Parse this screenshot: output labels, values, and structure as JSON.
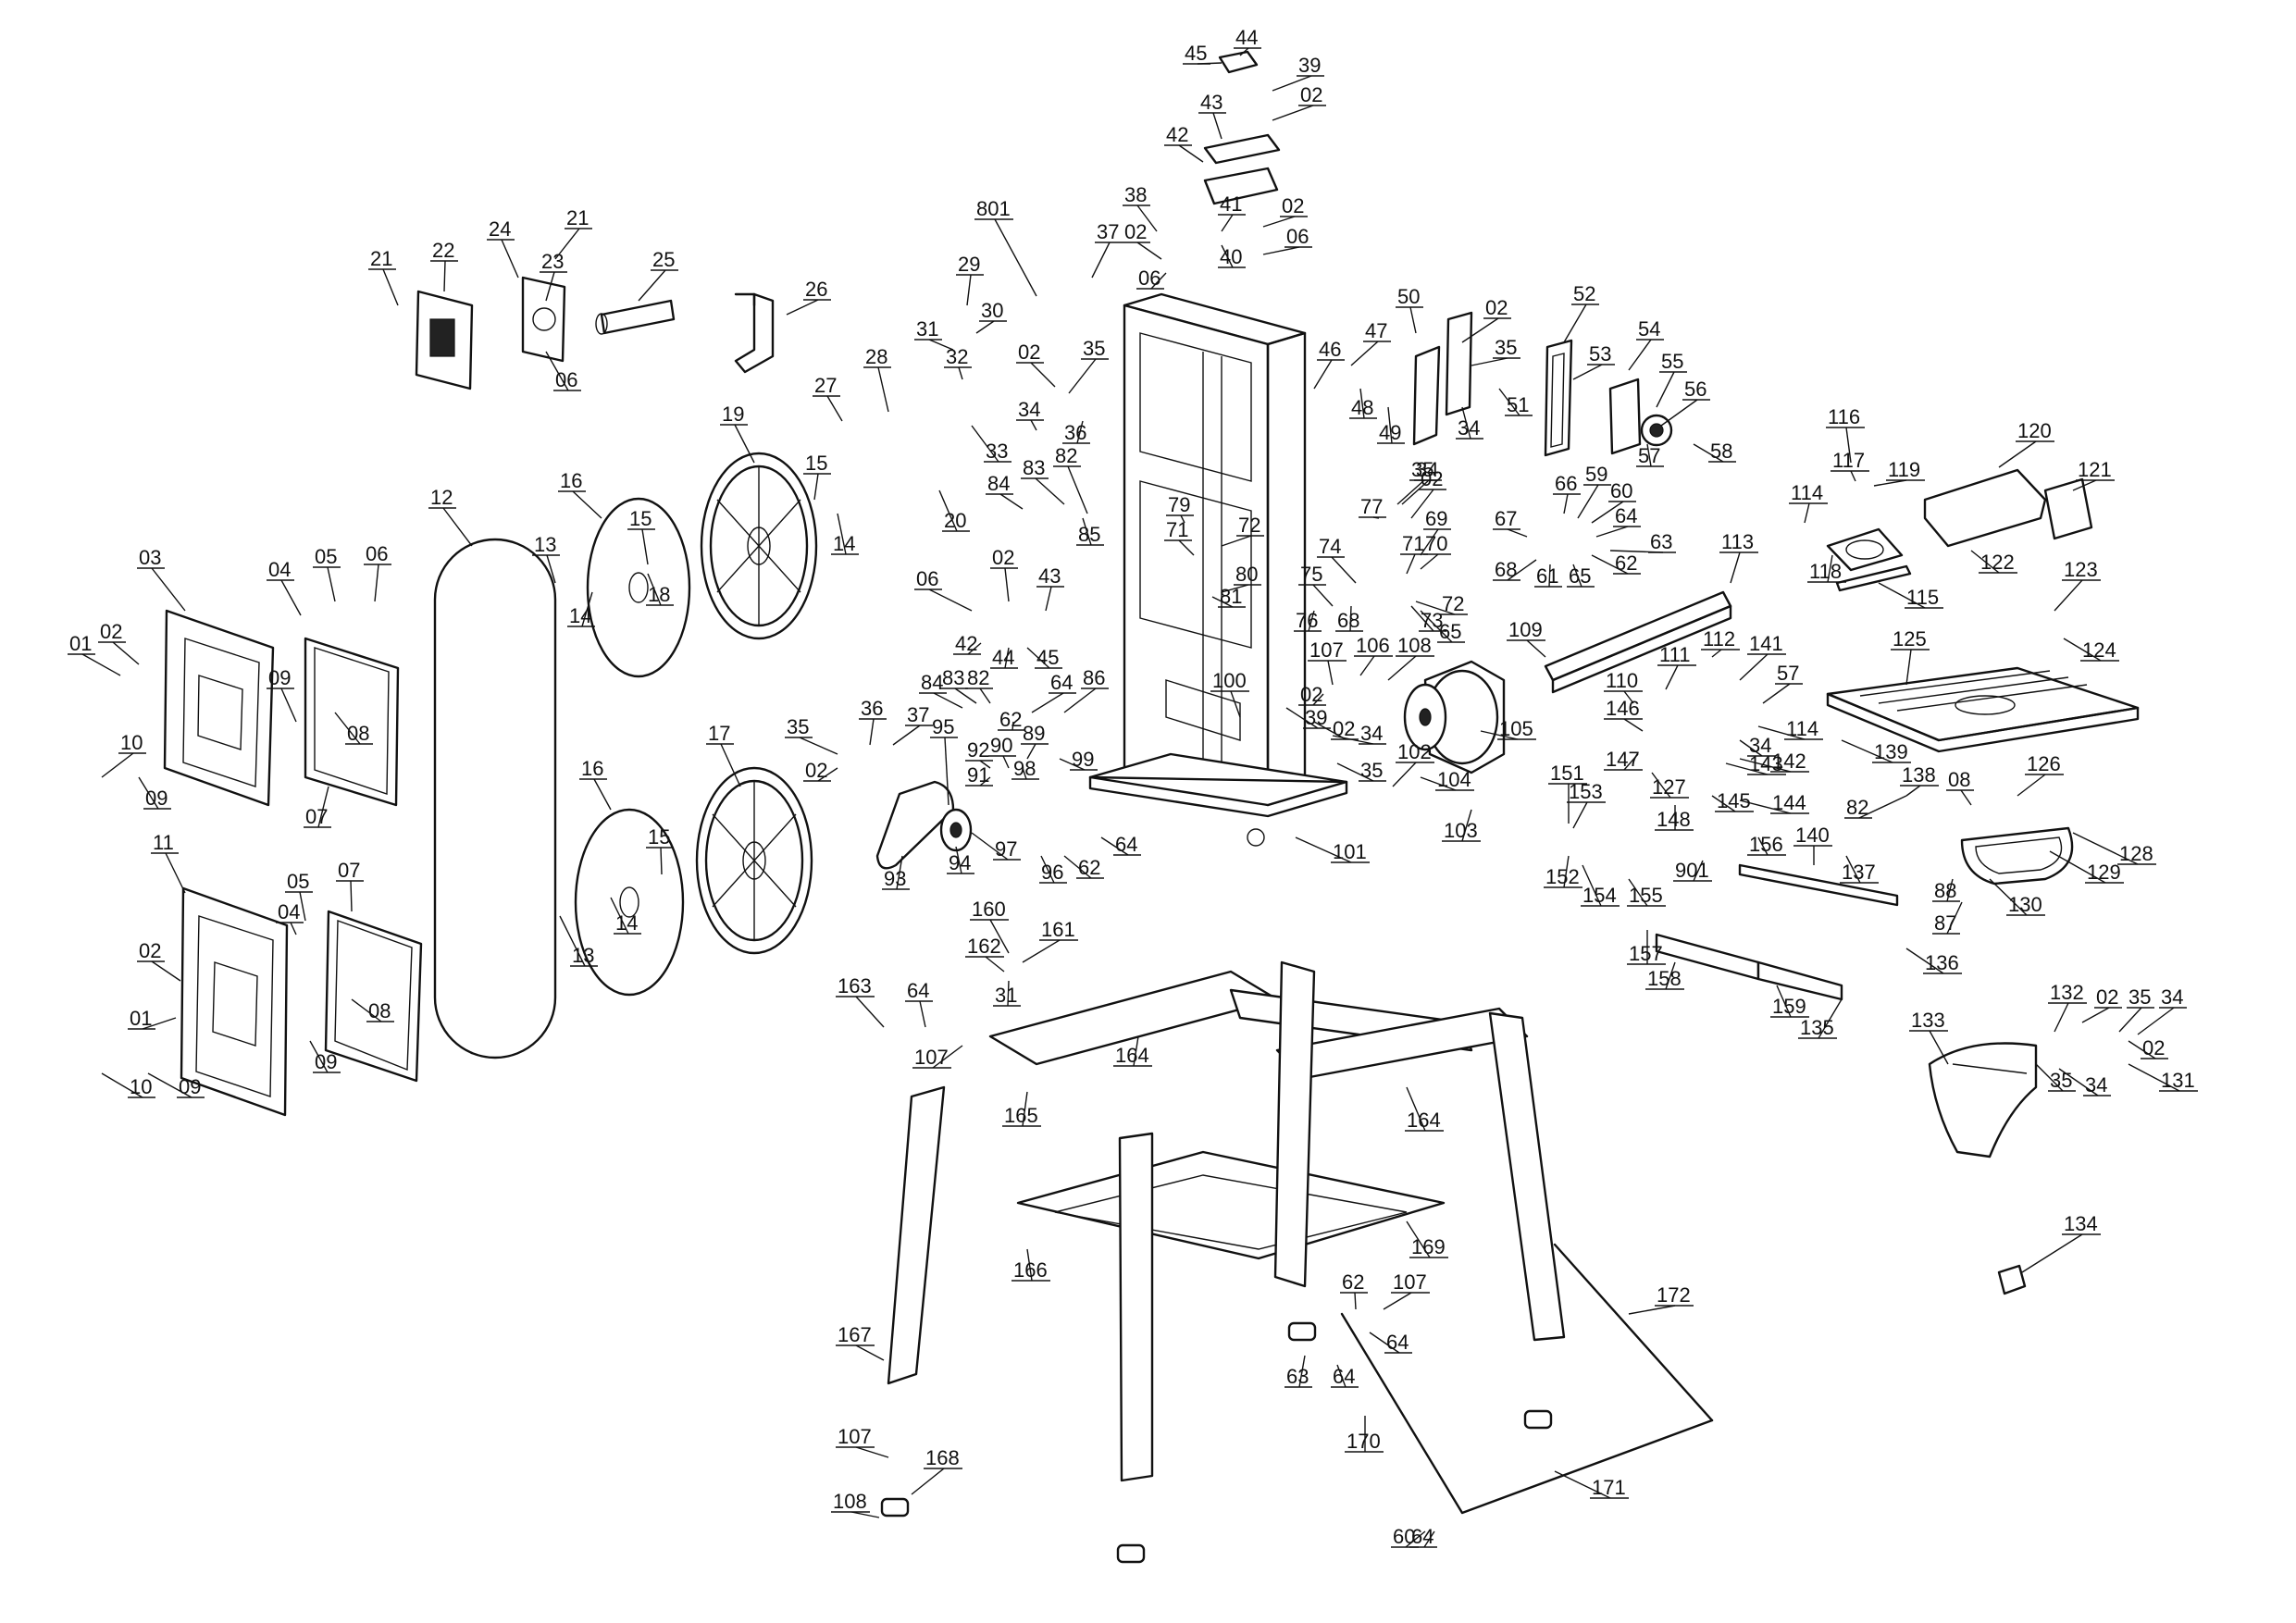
{
  "labels": [
    "01",
    "02",
    "03",
    "04",
    "05",
    "06",
    "07",
    "08",
    "09",
    "10",
    "11",
    "12",
    "13",
    "14",
    "15",
    "16",
    "17",
    "18",
    "19",
    "20",
    "21",
    "22",
    "23",
    "24",
    "25",
    "26",
    "27",
    "28",
    "29",
    "30",
    "31",
    "32",
    "33",
    "34",
    "35",
    "36",
    "37",
    "38",
    "39",
    "40",
    "41",
    "42",
    "43",
    "44",
    "45",
    "46",
    "47",
    "48",
    "49",
    "50",
    "51",
    "52",
    "53",
    "54",
    "55",
    "56",
    "57",
    "58",
    "59",
    "60",
    "61",
    "62",
    "63",
    "64",
    "65",
    "66",
    "67",
    "68",
    "69",
    "70",
    "71",
    "72",
    "73",
    "74",
    "75",
    "76",
    "77",
    "79",
    "80",
    "81",
    "82",
    "83",
    "84",
    "85",
    "86",
    "87",
    "88",
    "89",
    "90",
    "91",
    "92",
    "93",
    "94",
    "95",
    "96",
    "97",
    "98",
    "99",
    "100",
    "101",
    "102",
    "103",
    "104",
    "105",
    "106",
    "107",
    "108",
    "109",
    "110",
    "111",
    "112",
    "113",
    "114",
    "115",
    "116",
    "117",
    "118",
    "119",
    "120",
    "121",
    "122",
    "123",
    "124",
    "125",
    "126",
    "127",
    "128",
    "129",
    "130",
    "131",
    "132",
    "133",
    "134",
    "135",
    "136",
    "137",
    "138",
    "139",
    "140",
    "141",
    "142",
    "143",
    "144",
    "145",
    "146",
    "147",
    "148",
    "151",
    "152",
    "153",
    "154",
    "155",
    "156",
    "157",
    "158",
    "159",
    "160",
    "161",
    "162",
    "163",
    "164",
    "165",
    "166",
    "167",
    "168",
    "169",
    "170",
    "171",
    "172",
    "801",
    "901"
  ]
}
